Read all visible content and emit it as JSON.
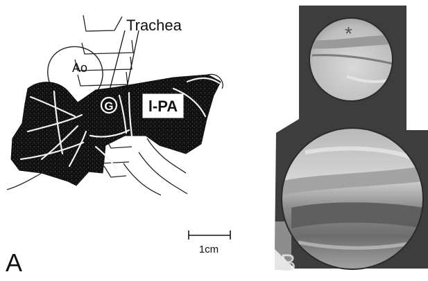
{
  "panel_a": {
    "label": "A",
    "labels": {
      "trachea": "Trachea",
      "aorta": "Ao",
      "graft": "G",
      "left_pulmonary_artery": "l-PA"
    },
    "scale_bar": "1cm"
  },
  "panel_b": {
    "label": "B",
    "marker": "*"
  },
  "colors": {
    "ink": "#111111",
    "paper": "#ffffff",
    "photo_frame": "#3d3d3d",
    "photo_light": "#c9c9c9",
    "photo_mid": "#8f8f8f"
  }
}
